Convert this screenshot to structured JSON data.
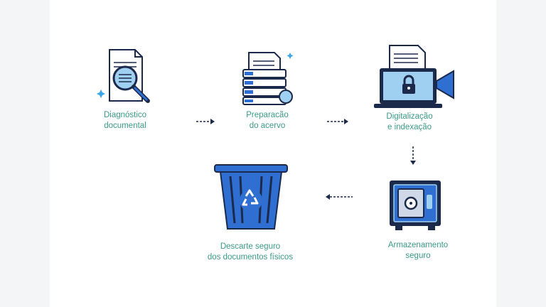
{
  "steps": [
    {
      "line1": "Diagnóstico",
      "line2": "documental",
      "icon": "magnifier-document-icon"
    },
    {
      "line1": "Preparacão",
      "line2": "do acervo",
      "icon": "document-stack-icon"
    },
    {
      "line1": "Digitalização",
      "line2": "e indexação",
      "icon": "laptop-lock-camera-icon"
    },
    {
      "line1": "Armazenamento",
      "line2": "seguro",
      "icon": "safe-icon"
    },
    {
      "line1": "Descarte seguro",
      "line2": "dos documentos físicos",
      "icon": "recycle-bin-icon"
    }
  ],
  "colors": {
    "label": "#3b9a86",
    "icon_dark": "#1b2a4a",
    "icon_blue": "#2f6fd1",
    "icon_light": "#9fd0f2",
    "arrow": "#1b2a4a"
  }
}
